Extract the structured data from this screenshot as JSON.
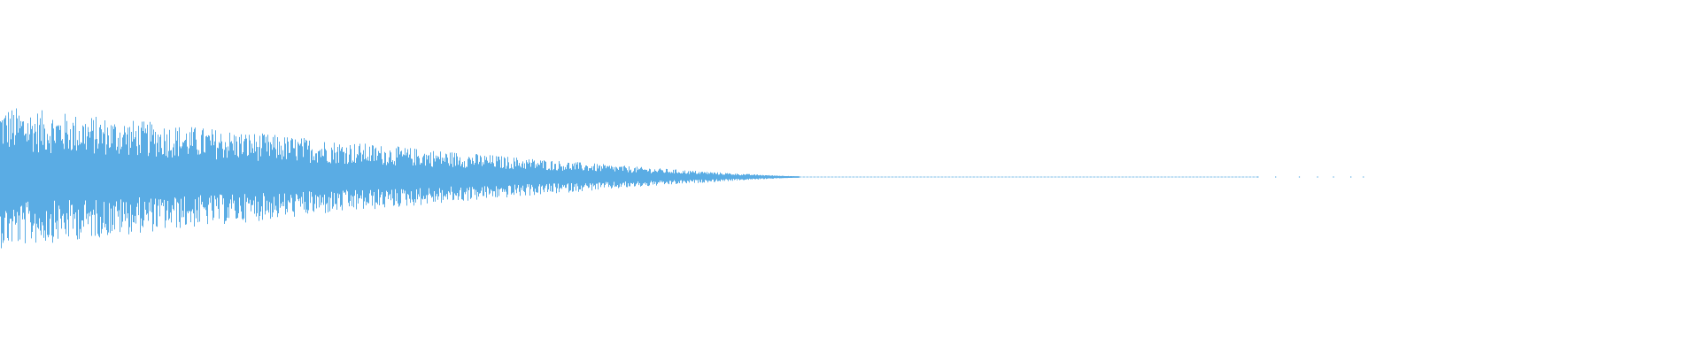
{
  "waveform": {
    "color": "#5aace4",
    "background": "#ffffff",
    "peak_amplitude": 0.2,
    "decay": "exponential",
    "audible_fraction": 0.47,
    "tail_fraction": 0.81
  }
}
